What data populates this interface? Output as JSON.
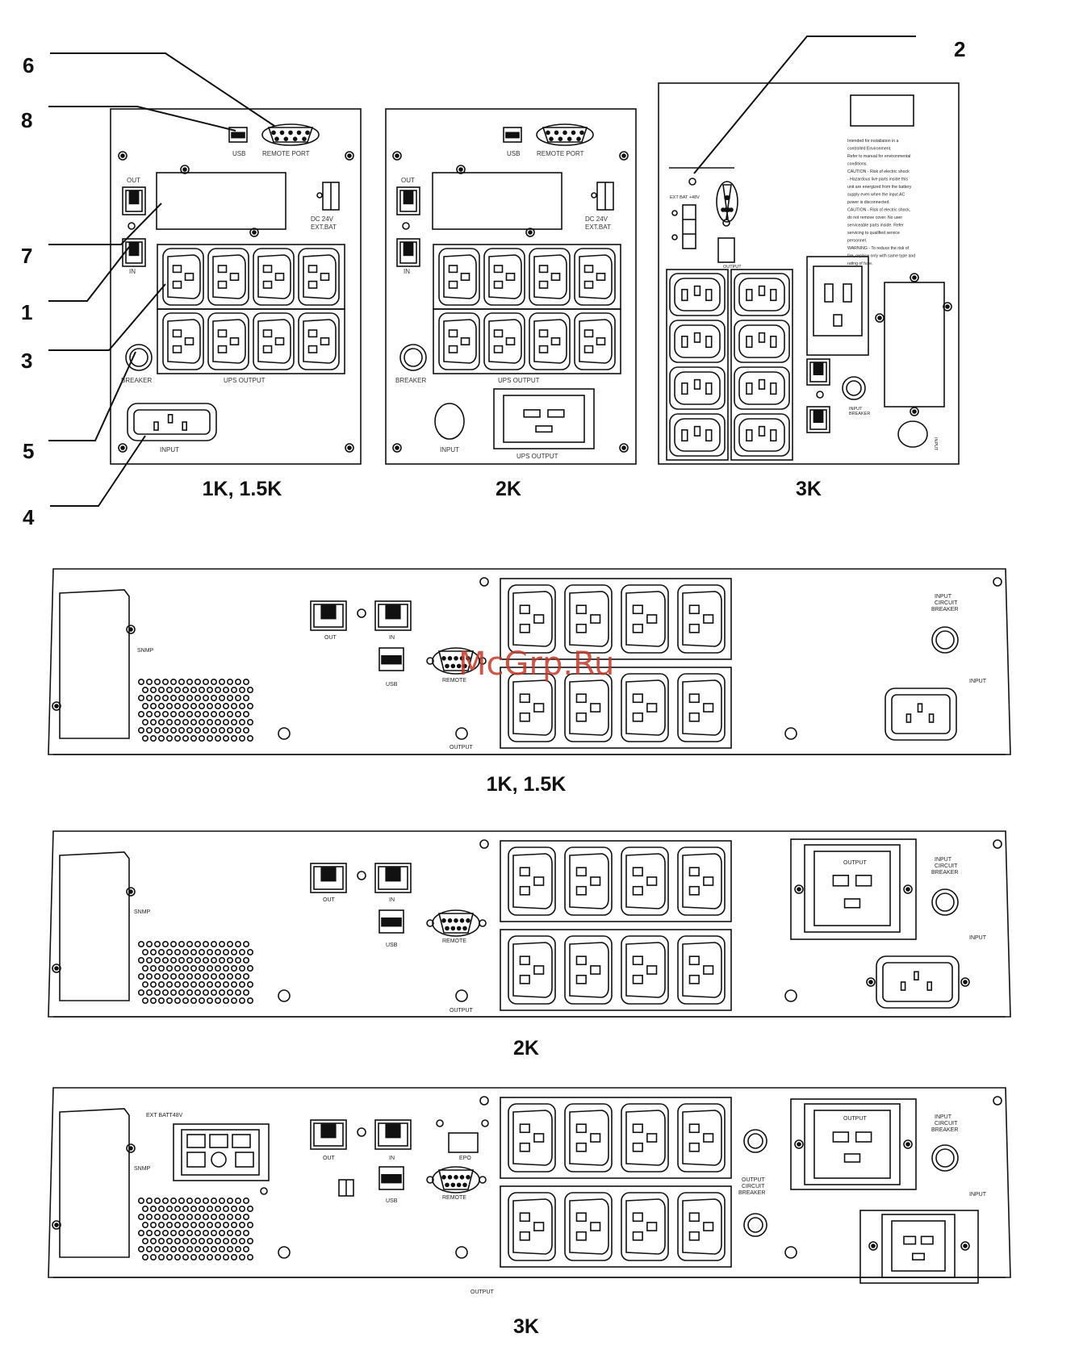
{
  "callouts": [
    "6",
    "8",
    "7",
    "1",
    "3",
    "5",
    "4",
    "2"
  ],
  "captions": {
    "tower_1k": "1K, 1.5K",
    "tower_2k": "2K",
    "tower_3k": "3K",
    "rack_1k": "1K, 1.5K",
    "rack_2k": "2K",
    "rack_3k": "3K"
  },
  "labels": {
    "usb": "USB",
    "remote_port": "REMOTE PORT",
    "out": "OUT",
    "in": "IN",
    "dc": "DC 24V",
    "ext_bat": "EXT.BAT",
    "breaker": "BREAKER",
    "ups_output": "UPS OUTPUT",
    "input": "INPUT",
    "snmp": "SNMP",
    "remote": "REMOTE",
    "output": "OUTPUT",
    "input_circuit_breaker": [
      "INPUT",
      "CIRCUIT",
      "BREAKER"
    ],
    "output_circuit_breaker": [
      "OUTPUT",
      "CIRCUIT",
      "BREAKER"
    ],
    "ext_batt": "EXT BATT48V",
    "epo": "EPO",
    "ext_bat_48v": "EXT BAT +48V",
    "input_breaker": [
      "INPUT",
      "BREAKER"
    ]
  },
  "warning_text": [
    "Intended for installation in a",
    "controlled Environment.",
    "Refer to manual for environmental",
    "conditions.",
    "CAUTION - Risk of electric shock",
    "- Hazardous live parts inside this",
    "unit are energized from the battery",
    "supply even when the input AC",
    "power is disconnected.",
    "CAUTION - Risk of electric shock,",
    "do not remove cover. No user",
    "serviceable parts inside. Refer",
    "servicing to qualified service",
    "personnel.",
    "WARNING - To reduce the risk of",
    "fire, replace only with same type and",
    "rating of fuse."
  ],
  "watermark": "McGrp.Ru",
  "colors": {
    "ink": "#111111",
    "watermark": "#c0392b"
  }
}
